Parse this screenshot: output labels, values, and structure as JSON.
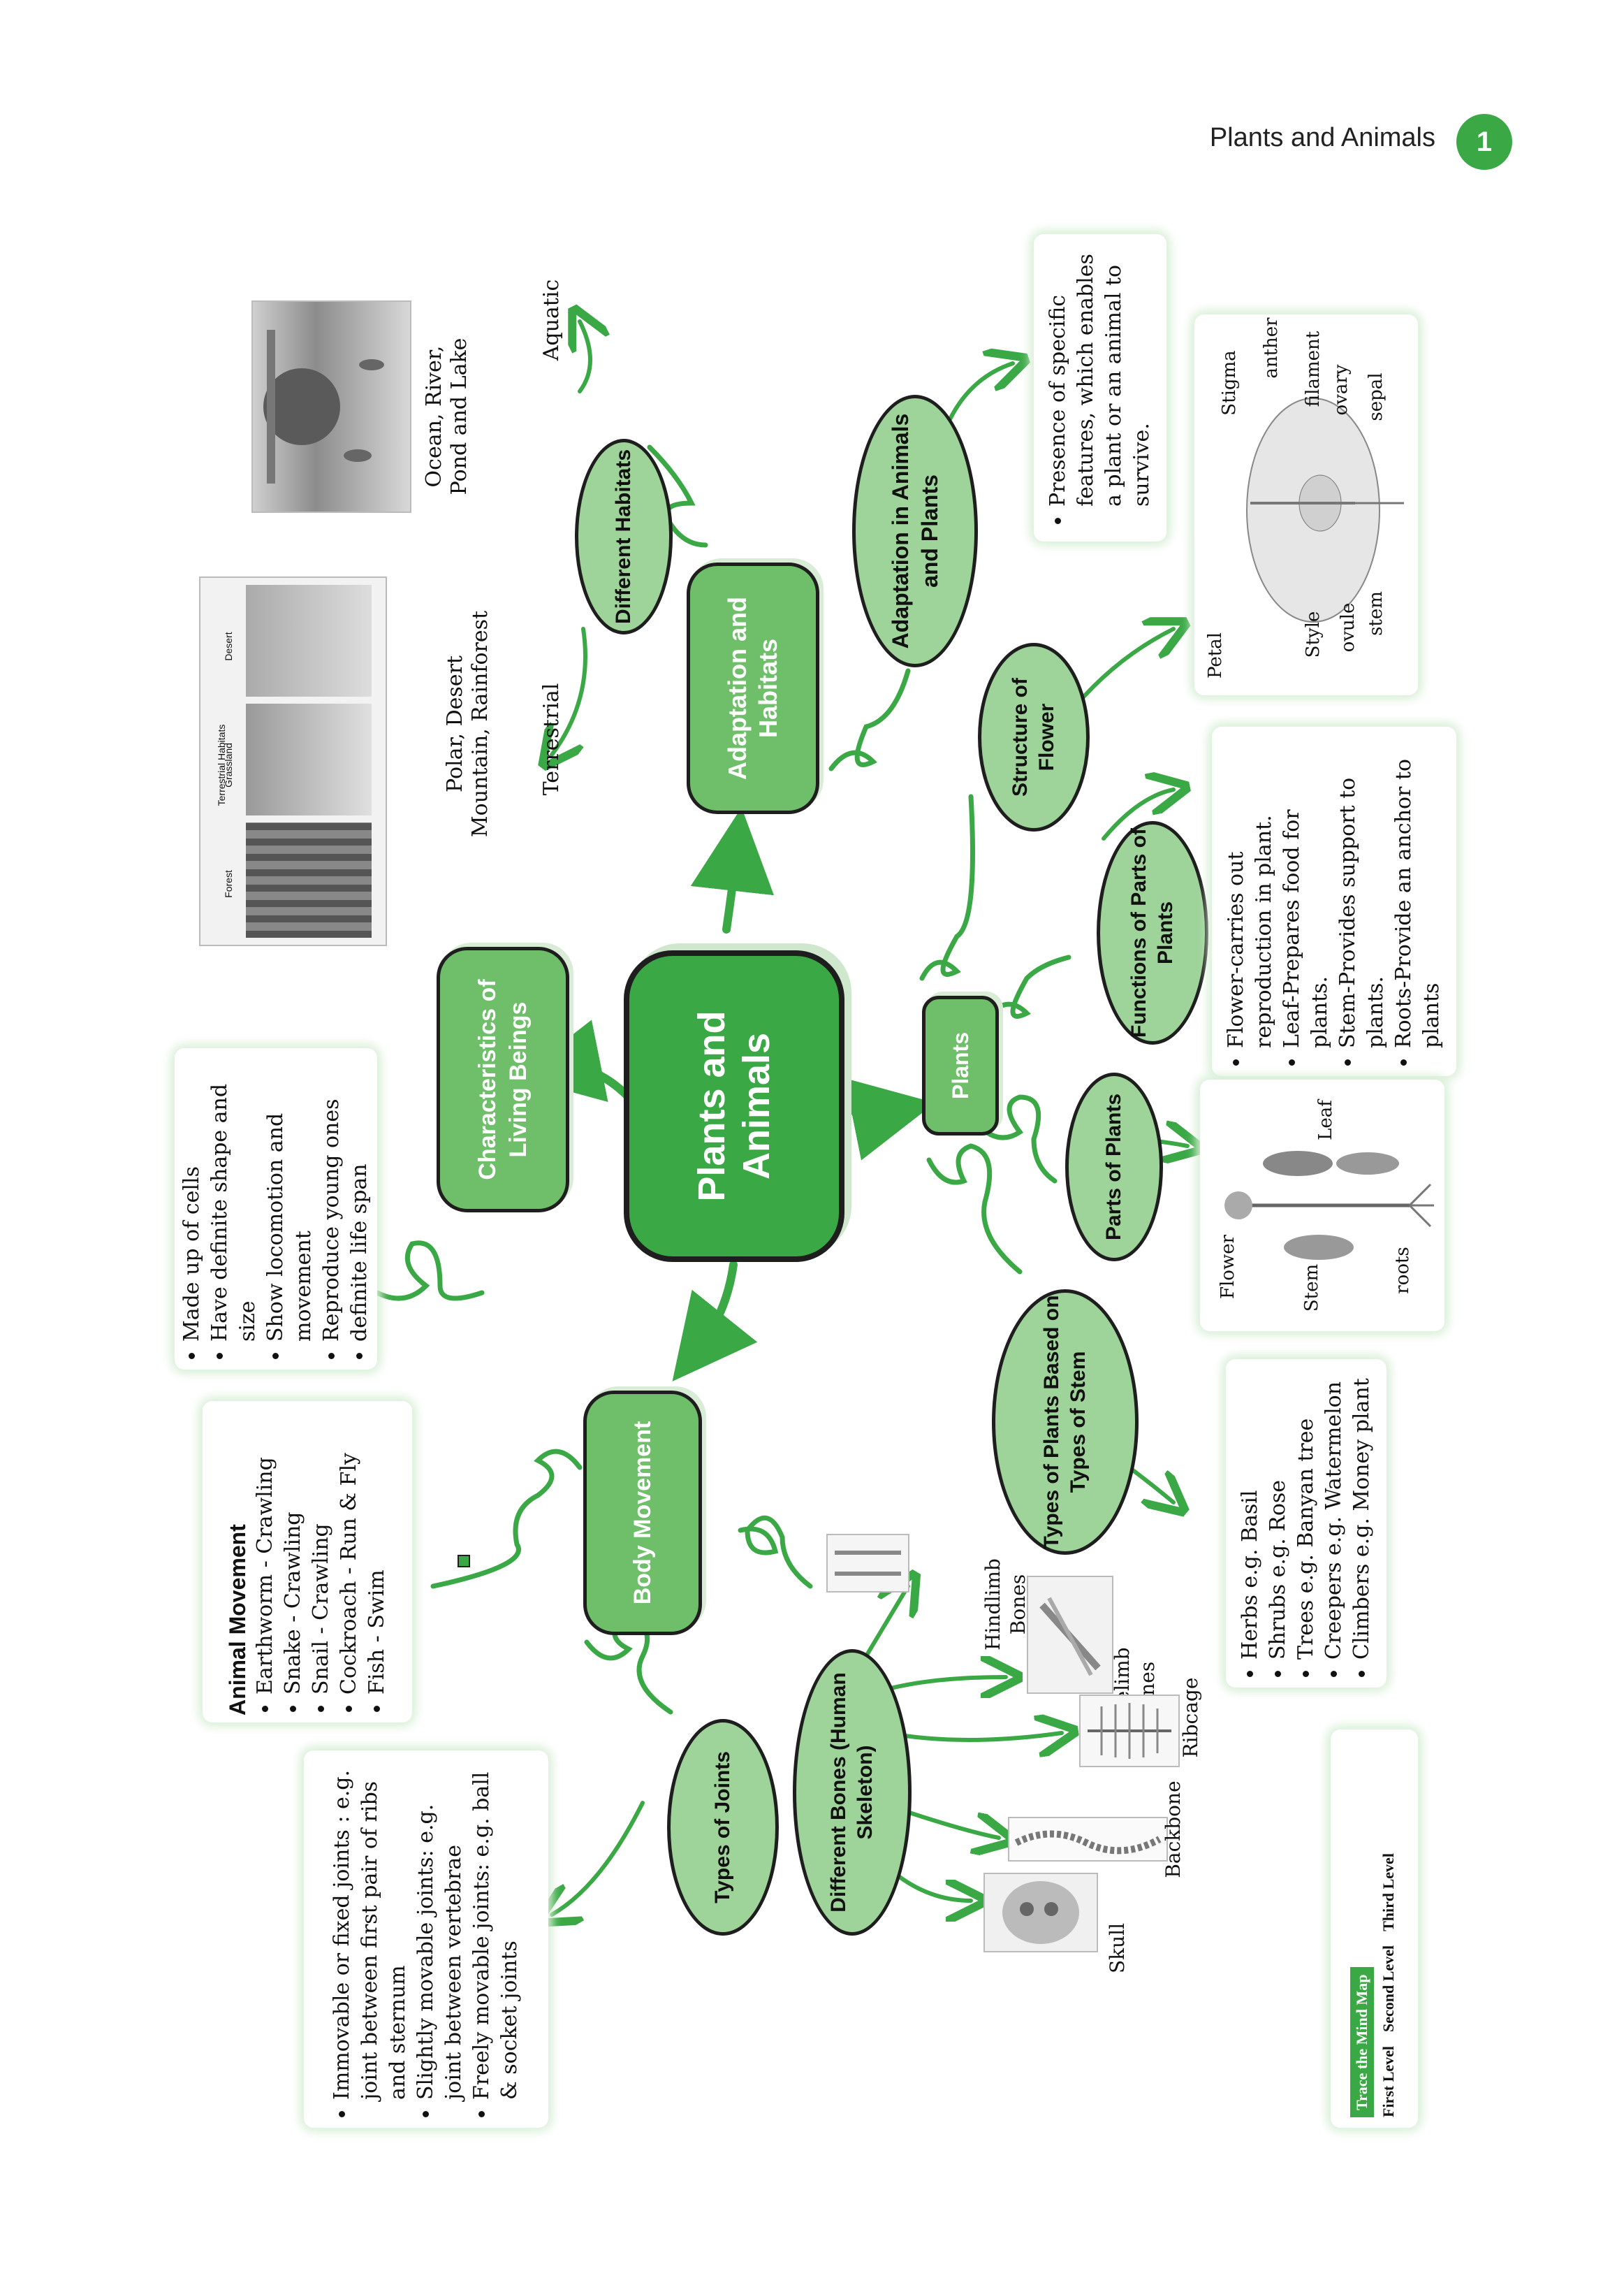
{
  "header": {
    "title": "Plants and Animals",
    "page_number": "1"
  },
  "colors": {
    "main": "#3aa845",
    "level1": "#6fbf6a",
    "level2": "#9ed39a",
    "glow": "#d9efd7"
  },
  "nodes": {
    "center": "Plants and Animals",
    "adaptation_habitats": "Adaptation and Habitats",
    "characteristics": "Characteristics of Living Beings",
    "body_movement": "Body Movement",
    "plants": "Plants",
    "different_habitats": "Different Habitats",
    "adaptation": "Adaptation in Animals and Plants",
    "structure_flower": "Structure of Flower",
    "functions_parts": "Functions of Parts of Plants",
    "parts_plants": "Parts of Plants",
    "types_plants": "Types of Plants Based on Types of Stem",
    "different_bones": "Different Bones (Human Skeleton)",
    "types_joints": "Types of Joints"
  },
  "labels": {
    "aquatic": "Aquatic",
    "terrestrial": "Terrestrial",
    "aquatic_desc": "Ocean, River, Pond and Lake",
    "terrestrial_desc": "Polar, Desert Mountain, Rainforest",
    "hindlimb": "Hindlimb Bones",
    "forelimb": "Forelimb Bones",
    "ribcage": "Ribcage",
    "backbone": "Backbone",
    "skull": "Skull"
  },
  "habitat_photo": {
    "title": "Terrestrial Habitats",
    "forest": "Forest",
    "grassland": "Grassland",
    "desert": "Desert"
  },
  "cards": {
    "adaptation": [
      "Presence of specific features, which enables a plant or an animal to survive."
    ],
    "characteristics": [
      "Made up of cells",
      "Have definite shape and size",
      "Show locomotion and movement",
      "Reproduce young ones",
      "definite life span"
    ],
    "functions": [
      "Flower-carries out reproduction in plant.",
      "Leaf-Prepares food for plants.",
      "Stem-Provides support to plants.",
      "Roots-Provide an anchor to plants"
    ],
    "types_plants": [
      "Herbs e.g. Basil",
      "Shrubs e.g. Rose",
      "Trees e.g. Banyan tree",
      "Creepers e.g. Watermelon",
      "Climbers e.g. Money plant"
    ],
    "animal_movement_title": "Animal Movement",
    "animal_movement": [
      "Earthworm - Crawling",
      "Snake - Crawling",
      "Snail - Crawling",
      "Cockroach - Run & Fly",
      "Fish - Swim"
    ],
    "joints": [
      "Immovable or fixed joints : e.g. joint between first pair of ribs and sternum",
      "Slightly movable joints: e.g. joint between vertebrae",
      "Freely movable joints: e.g. ball & socket joints"
    ]
  },
  "flower_parts": {
    "stigma": "Stigma",
    "anther": "anther",
    "filament": "filament",
    "ovary": "ovary",
    "sepal": "sepal",
    "petal": "Petal",
    "style": "Style",
    "ovule": "ovule",
    "stem": "stem"
  },
  "plant_parts": {
    "leaf": "Leaf",
    "flower": "Flower",
    "stem": "Stem",
    "roots": "roots"
  },
  "legend": {
    "title": "Trace the Mind Map",
    "first": "First Level",
    "second": "Second Level",
    "third": "Third Level"
  }
}
